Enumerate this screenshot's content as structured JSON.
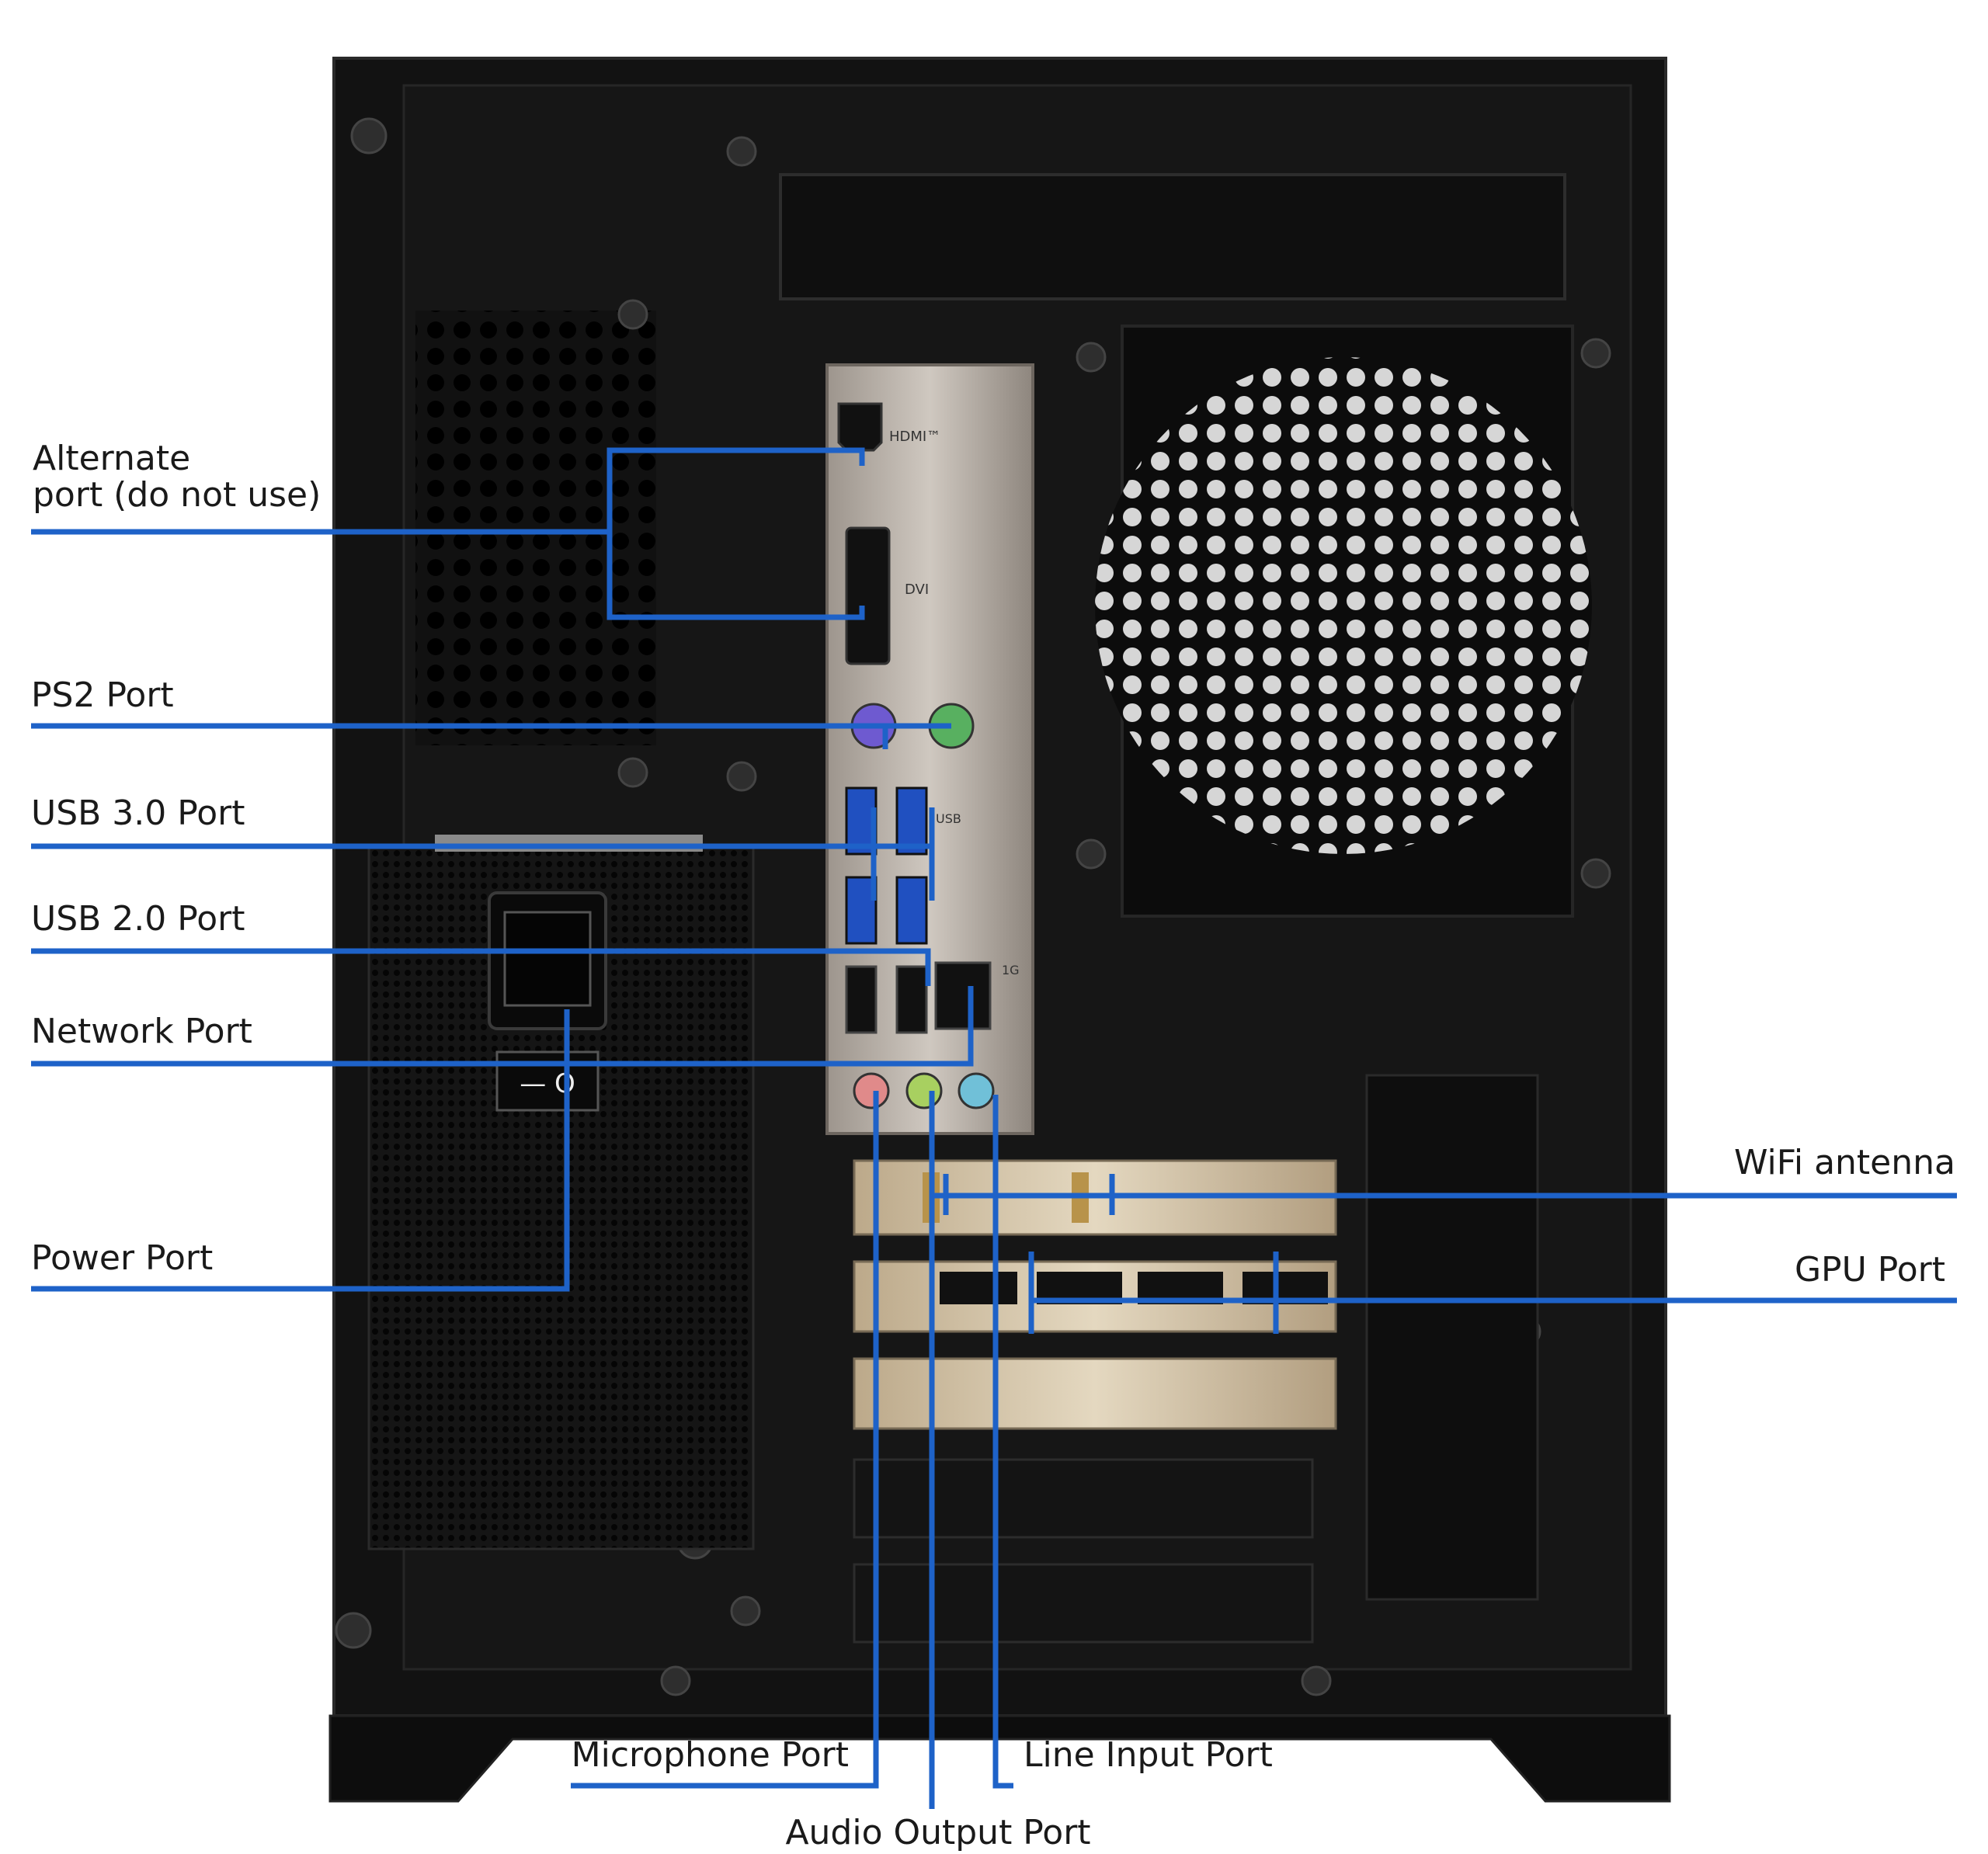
{
  "colors": {
    "leader": "#1e62c8",
    "case": "#101010",
    "io_plate": "#b9b0a8",
    "psu_grille": "#1b1b1b"
  },
  "labels": {
    "alternate_port": [
      "Alternate",
      "port (do not use)"
    ],
    "ps2_port": "PS2 Port",
    "usb30_port": "USB 3.0 Port",
    "usb20_port": "USB 2.0 Port",
    "network_port": "Network Port",
    "power_port": "Power Port",
    "wifi_antenna": "WiFi antenna",
    "gpu_port": "GPU Port",
    "microphone_port": "Microphone Port",
    "line_input_port": "Line Input Port",
    "audio_output_port": "Audio Output Port"
  },
  "io_plate_text": {
    "hdmi": "HDMI™",
    "dvi": "DVI",
    "usb": "USB",
    "lan_speed": "1G"
  }
}
